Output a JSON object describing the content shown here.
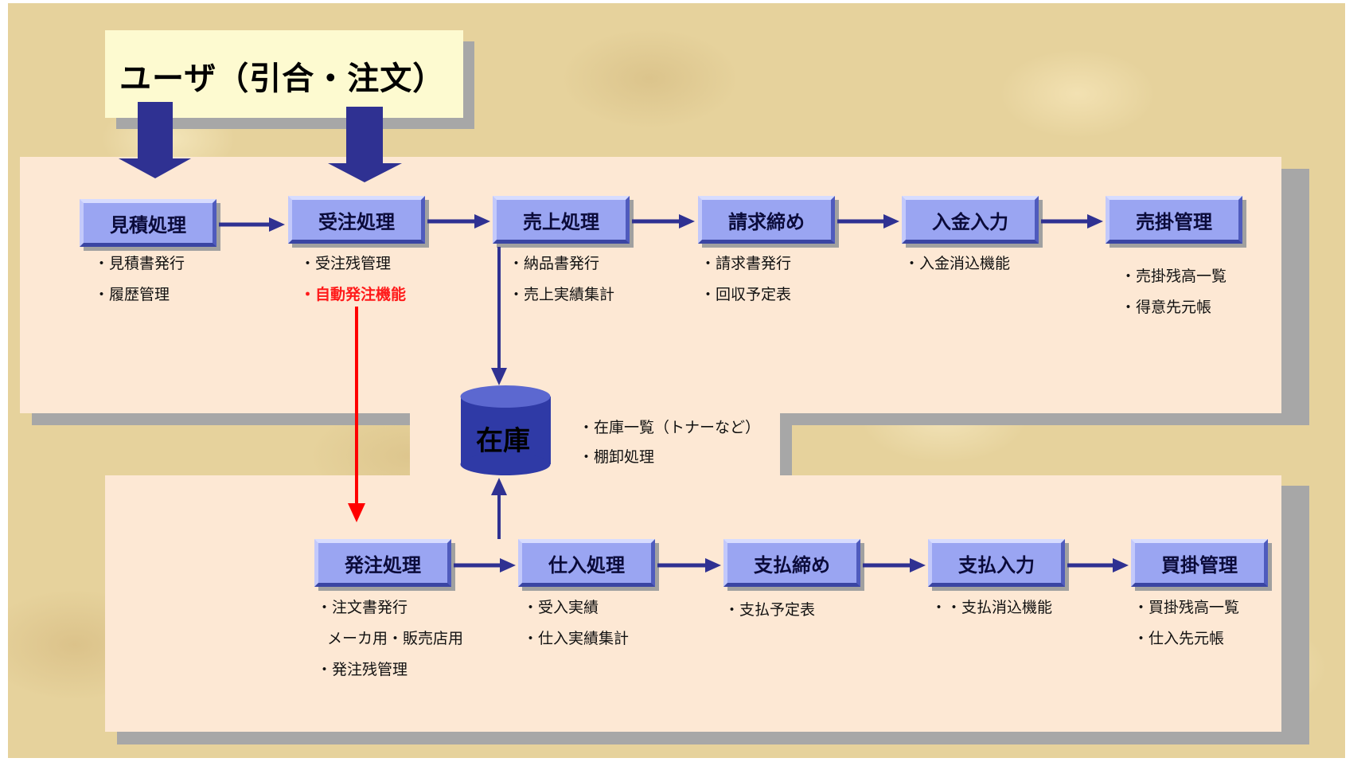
{
  "user_box": {
    "label": "ユーザ（引合・注文）"
  },
  "sales_flow": {
    "steps": [
      {
        "label": "見積処理",
        "items": [
          "・見積書発行",
          "・履歴管理"
        ]
      },
      {
        "label": "受注処理",
        "items": [
          "・受注残管理",
          "・自動発注機能"
        ]
      },
      {
        "label": "売上処理",
        "items": [
          "・納品書発行",
          "・売上実績集計"
        ]
      },
      {
        "label": "請求締め",
        "items": [
          "・請求書発行",
          "・回収予定表"
        ]
      },
      {
        "label": "入金入力",
        "items": [
          "・入金消込機能"
        ]
      },
      {
        "label": "売掛管理",
        "items": [
          "・売掛残高一覧",
          "・得意先元帳"
        ]
      }
    ]
  },
  "inventory": {
    "label": "在庫",
    "items": [
      "・在庫一覧（トナーなど）",
      "・棚卸処理"
    ]
  },
  "purchase_flow": {
    "steps": [
      {
        "label": "発注処理",
        "items": [
          "・注文書発行",
          "メーカ用・販売店用",
          "・発注残管理"
        ]
      },
      {
        "label": "仕入処理",
        "items": [
          "・受入実績",
          "・仕入実績集計"
        ]
      },
      {
        "label": "支払締め",
        "items": [
          "・支払予定表"
        ]
      },
      {
        "label": "支払入力",
        "items": [
          "・・支払消込機能"
        ]
      },
      {
        "label": "買掛管理",
        "items": [
          "・買掛残高一覧",
          "・仕入先元帳"
        ]
      }
    ]
  },
  "colors": {
    "flow_arrow": "#2f3192",
    "auto_order_arrow": "#ff0000",
    "highlight_text": "#ff1a1a",
    "process_box": "#9aa5f2",
    "panel": "#fde8d4",
    "user_box": "#fdfad0",
    "cylinder": "#2f3aa6"
  }
}
